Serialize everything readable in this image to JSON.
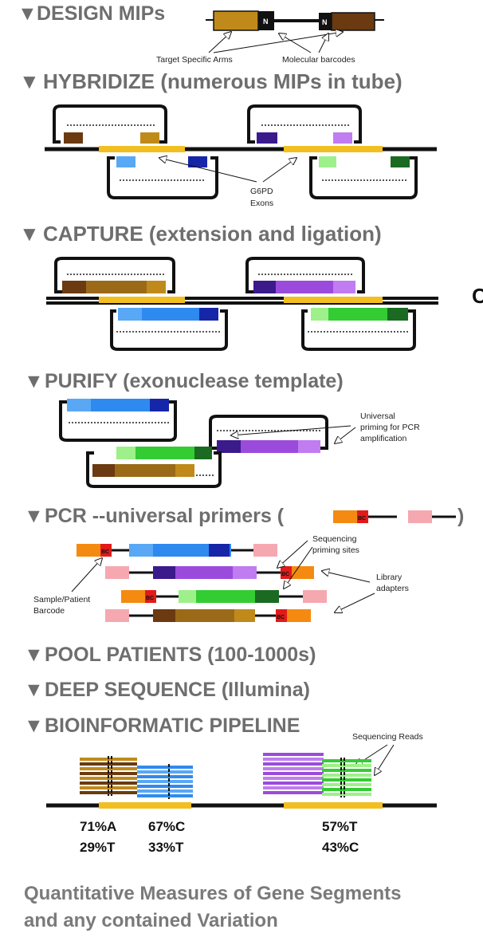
{
  "steps": {
    "design": "DESIGN MIPs",
    "hybridize": "HYBRIDIZE (numerous MIPs in tube)",
    "capture": "CAPTURE (extension and ligation)",
    "purify": "PURIFY (exonuclease template)",
    "pcr": "PCR --universal primers (",
    "pcr_close": ")",
    "pool": "POOL PATIENTS (100-1000s)",
    "deep": "DEEP SEQUENCE (Illumina)",
    "bio": "BIOINFORMATIC PIPELINE"
  },
  "annotations": {
    "target_arms": "Target Specific Arms",
    "molecular_barcodes": "Molecular barcodes",
    "g6pd_1": "G6PD",
    "g6pd_2": "Exons",
    "universal_1": "Universal",
    "universal_2": "priming for PCR",
    "universal_3": "amplification",
    "seq_priming_1": "Sequencing",
    "seq_priming_2": "priming sites",
    "library_1": "Library",
    "library_2": "adapters",
    "sample_1": "Sample/Patient",
    "sample_2": "Barcode",
    "seq_reads": "Sequencing Reads",
    "n": "N",
    "bc": "BC",
    "cut_letter": "C"
  },
  "results": {
    "a1": "71%A",
    "a2": "29%T",
    "b1": "67%C",
    "b2": "33%T",
    "c1": "57%T",
    "c2": "43%C"
  },
  "footer": {
    "line1": "Quantitative Measures of Gene Segments",
    "line2": "and any contained Variation"
  },
  "colors": {
    "gold": "#c08a1a",
    "brown": "#6b3a10",
    "blue_light": "#59a8f5",
    "blue_dark": "#1626a8",
    "purple_dark": "#3b1a8c",
    "purple_light": "#c07cf0",
    "green_light": "#9ef08a",
    "green_dark": "#1a6a22",
    "green": "#33cc33",
    "blue": "#2f8af0",
    "purple": "#9b4bdc",
    "exon": "#f2bf20",
    "orange": "#f58a10",
    "pink": "#f5a8b0",
    "red": "#e21a1a",
    "header": "#6e6e6e"
  }
}
